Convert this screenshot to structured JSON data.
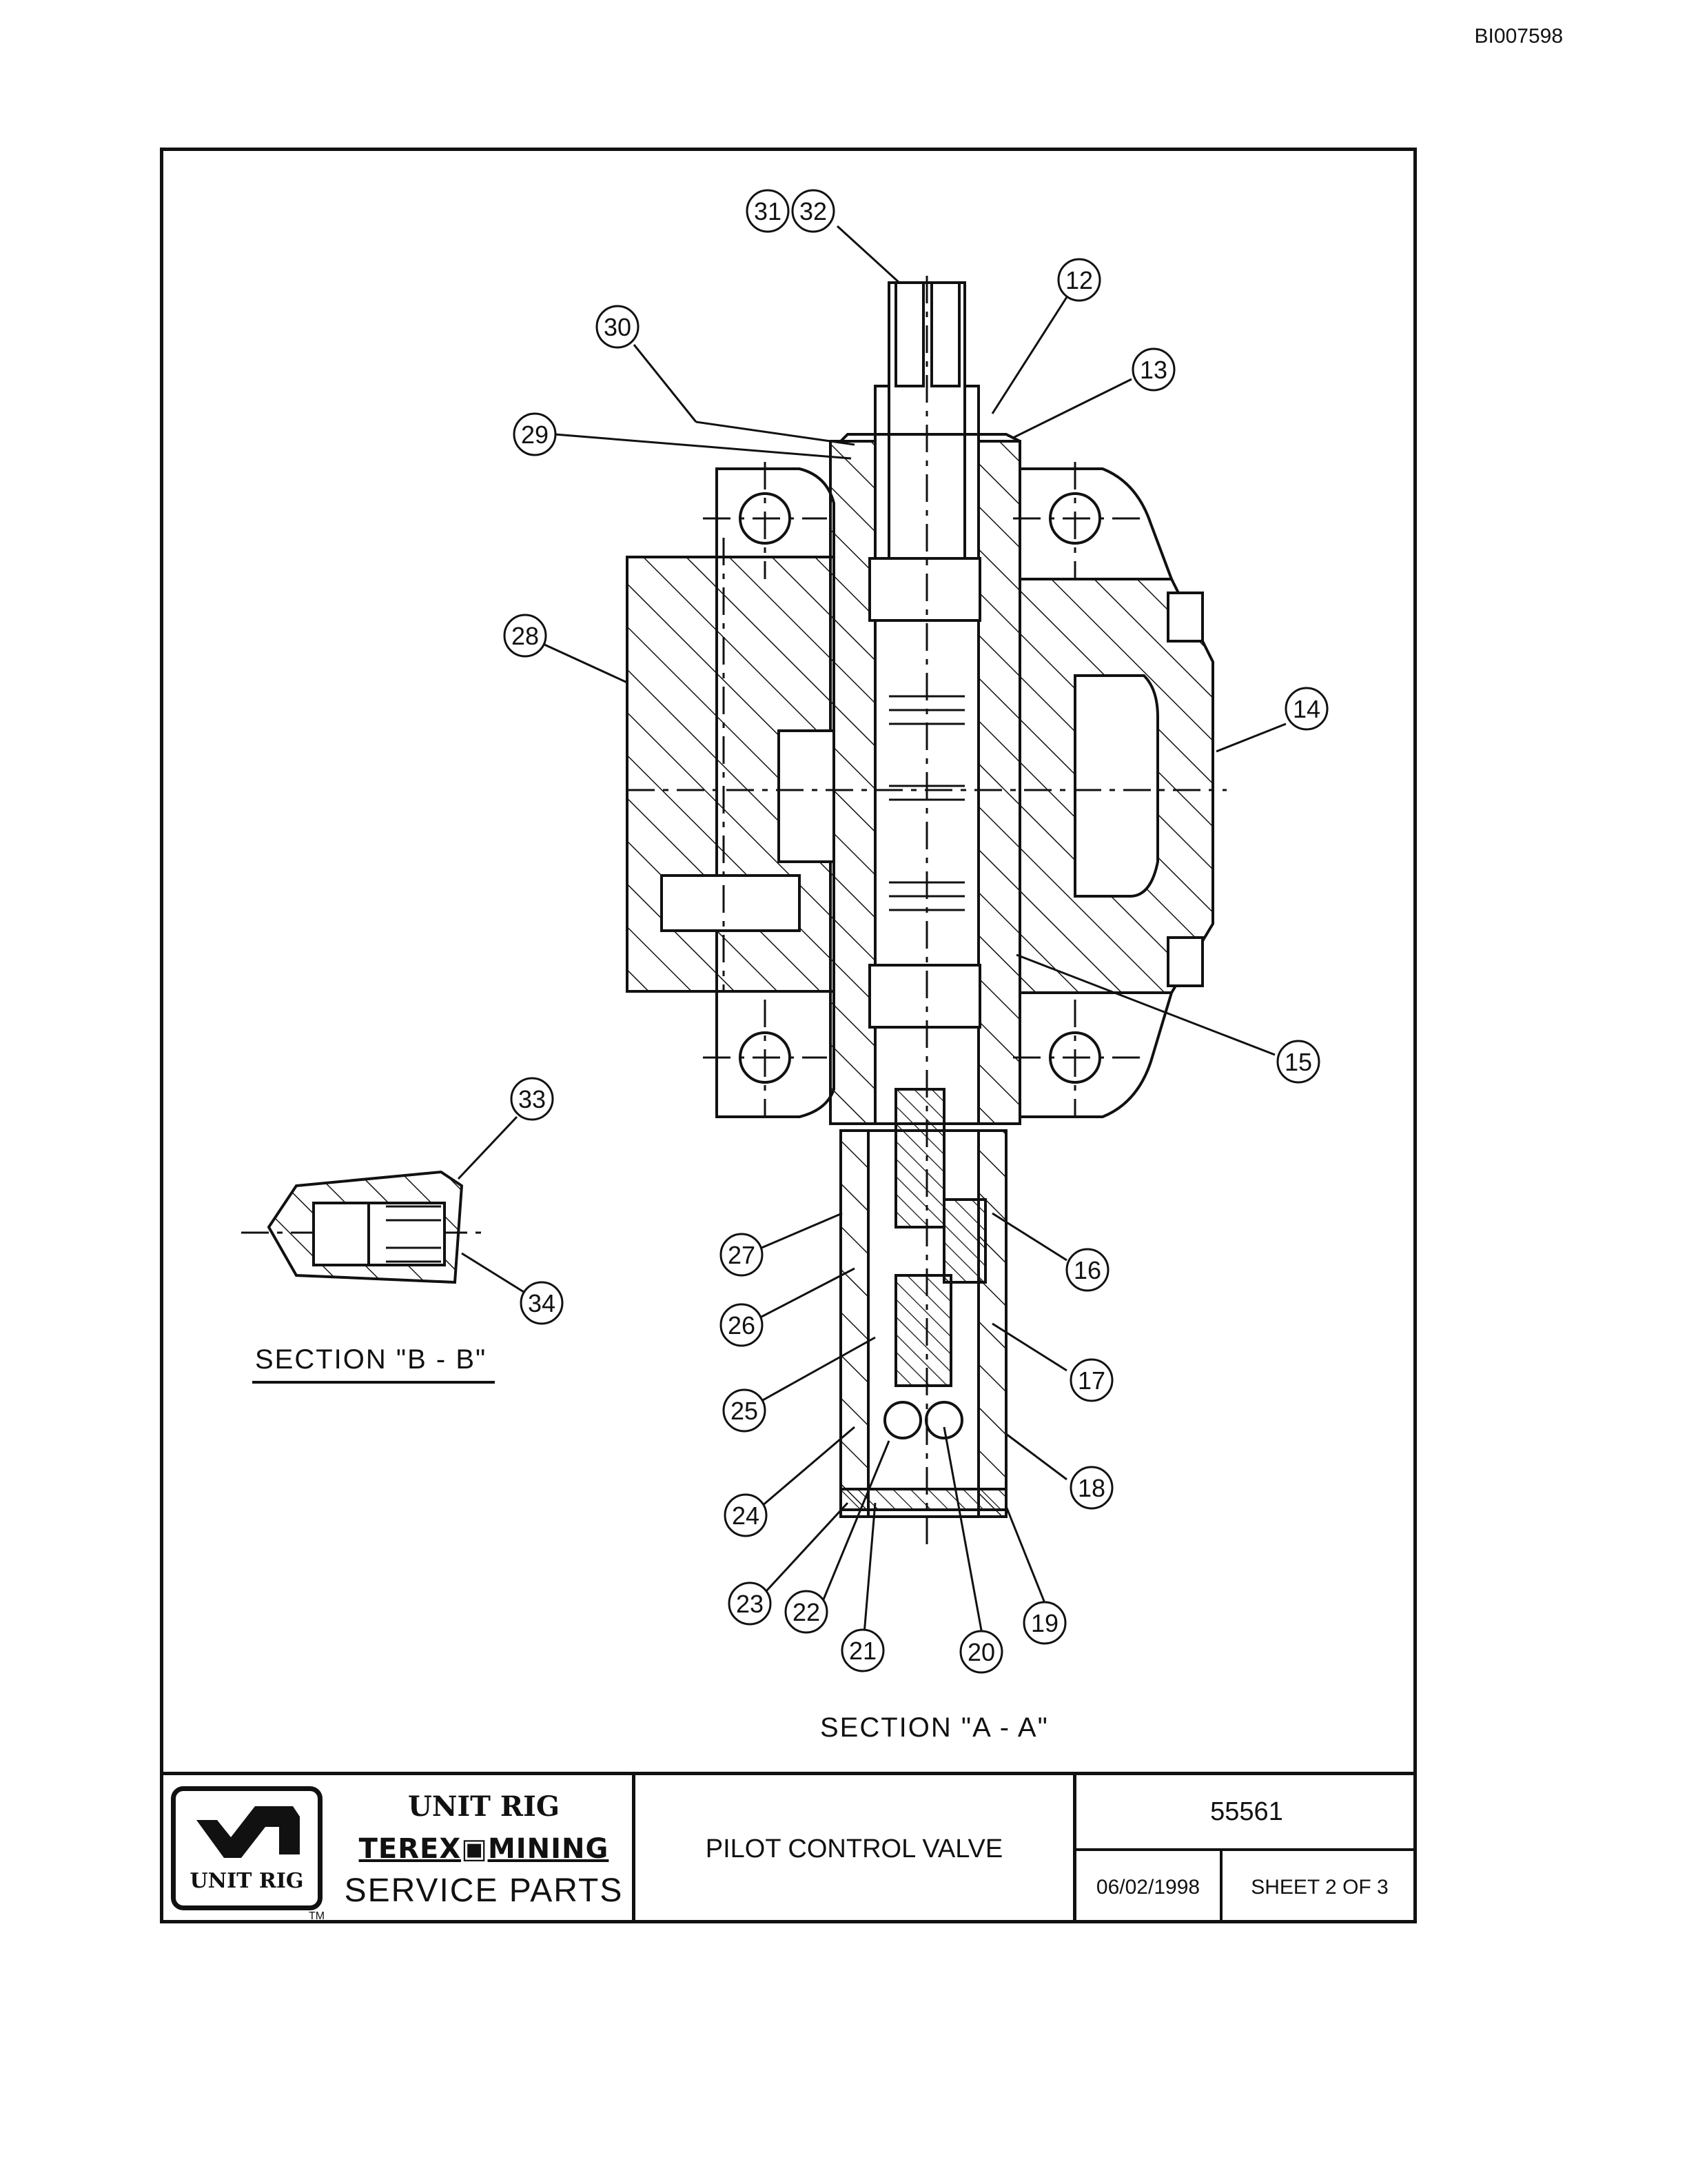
{
  "document_id": "BI007598",
  "sections": {
    "a": "SECTION \"A - A\"",
    "b": "SECTION \"B - B\""
  },
  "callouts": [
    "31",
    "32",
    "12",
    "30",
    "13",
    "29",
    "28",
    "14",
    "15",
    "33",
    "34",
    "27",
    "16",
    "26",
    "17",
    "25",
    "18",
    "24",
    "23",
    "22",
    "21",
    "20",
    "19"
  ],
  "title_block": {
    "logo_word": "UNIT RIG",
    "logo_tm": "TM",
    "brand_line1": "UNIT RIG",
    "brand_line2": "TEREX▣MINING",
    "brand_line3": "SERVICE PARTS",
    "title": "PILOT CONTROL VALVE",
    "part_number": "55561",
    "date": "06/02/1998",
    "sheet": "SHEET 2 OF 3"
  }
}
